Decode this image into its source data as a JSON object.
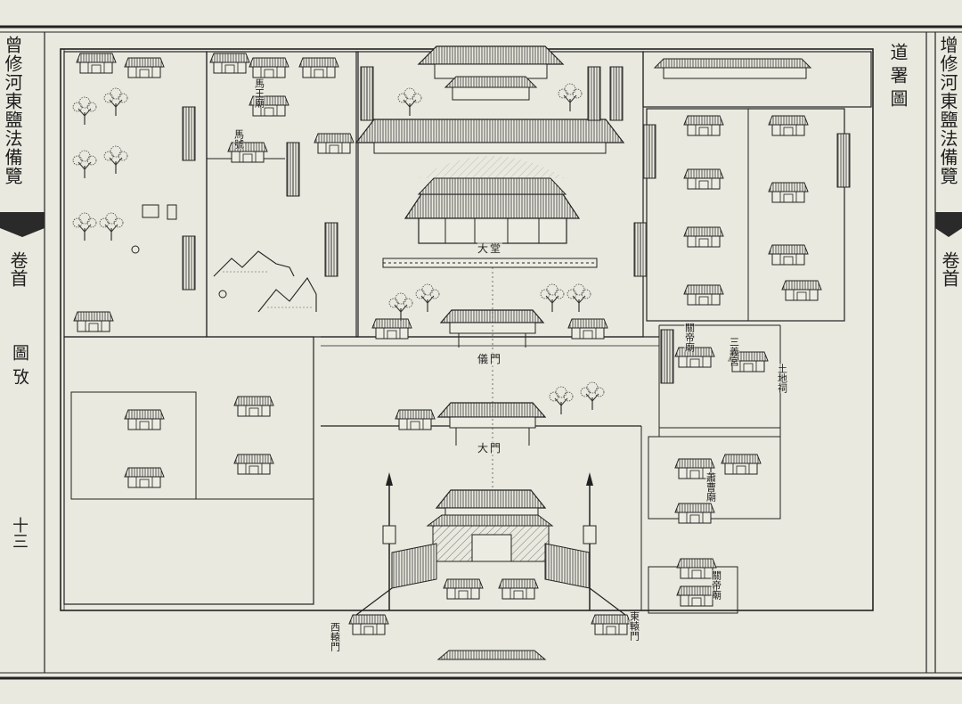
{
  "map": {
    "title": "道署圖",
    "left_margin": {
      "book_title": "曾修河東鹽法備覽",
      "volume": "卷首",
      "section": "圖攷",
      "page_number": "十三"
    },
    "right_margin": {
      "book_title": "增修河東鹽法備覽",
      "volume": "卷首"
    },
    "labels": {
      "great_hall": "大堂",
      "second_gate": "儀門",
      "main_gate": "大門",
      "horse_king_temple": "馬王廟",
      "horse_stable": "馬號",
      "guandi_temple_upper": "關帝廟",
      "three_righteous_hall": "三義宮",
      "earth_god_shrine": "土地祠",
      "guandi_temple_lower": "關帝廟",
      "xiao_cao_temple": "蕭曹廟",
      "east_gate": "東轅門",
      "west_gate": "西轅門"
    }
  }
}
